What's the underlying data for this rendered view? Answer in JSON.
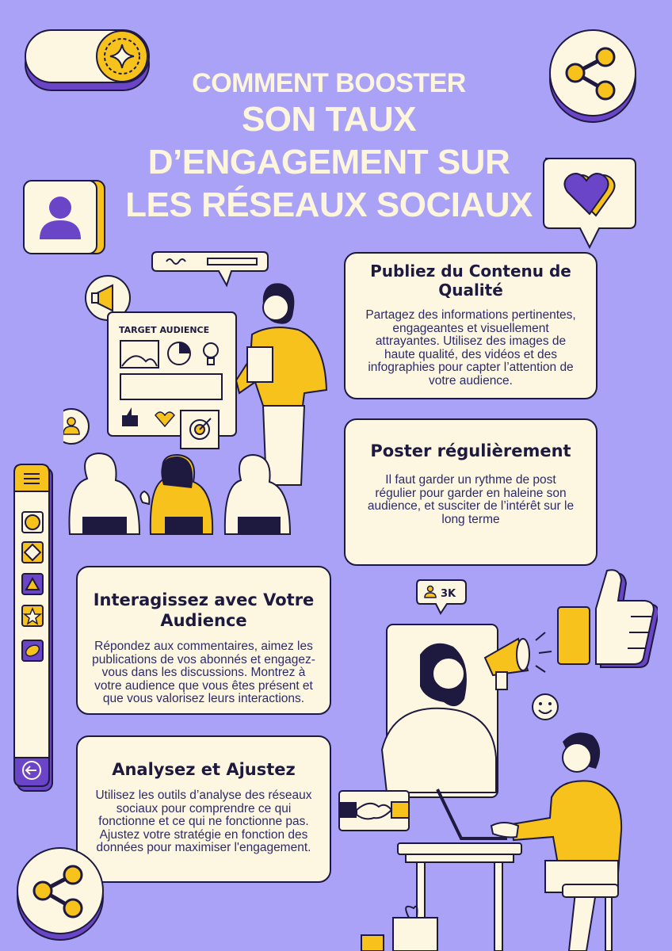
{
  "title": {
    "line1": "COMMENT BOOSTER",
    "line2": "SON TAUX",
    "line3": "D’ENGAGEMENT SUR",
    "line4": "LES RÉSEAUX SOCIAUX"
  },
  "cards": [
    {
      "heading": "Publiez du Contenu de Qualité",
      "body": "Partagez des informations pertinentes, engageantes et visuellement attrayantes. Utilisez des images de haute qualité, des vidéos et des infographies pour capter l’attention de votre audience."
    },
    {
      "heading": "Poster régulièrement",
      "body": "Il faut garder un rythme de post régulier pour garder en haleine son audience, et susciter de l’intérêt sur le long terme"
    },
    {
      "heading": "Interagissez avec Votre Audience",
      "body": "Répondez aux commentaires, aimez les publications de vos abonnés et engagez-vous dans les discussions. Montrez à votre audience que vous êtes présent et que vous valorisez leurs interactions."
    },
    {
      "heading": "Analysez et Ajustez",
      "body": "Utilisez les outils d’analyse des réseaux sociaux pour comprendre ce qui fonctionne et ce qui ne fonctionne pas. Ajustez votre stratégie en fonction des données pour maximiser l'engagement."
    }
  ],
  "illustration": {
    "board_label": "TARGET AUDIENCE",
    "followers_badge": "3K"
  },
  "icons": [
    "sparkle-toggle-icon",
    "share-icon",
    "user-icon",
    "heart-bubble-icon",
    "megaphone-icon",
    "thumbs-up-icon",
    "handshake-icon",
    "smiley-icon",
    "back-arrow-icon"
  ],
  "colors": {
    "background": "#a9a2f7",
    "card": "#fdf7e1",
    "yellow": "#f6c21b",
    "purple": "#6b45c8",
    "ink": "#1e1a3f"
  }
}
